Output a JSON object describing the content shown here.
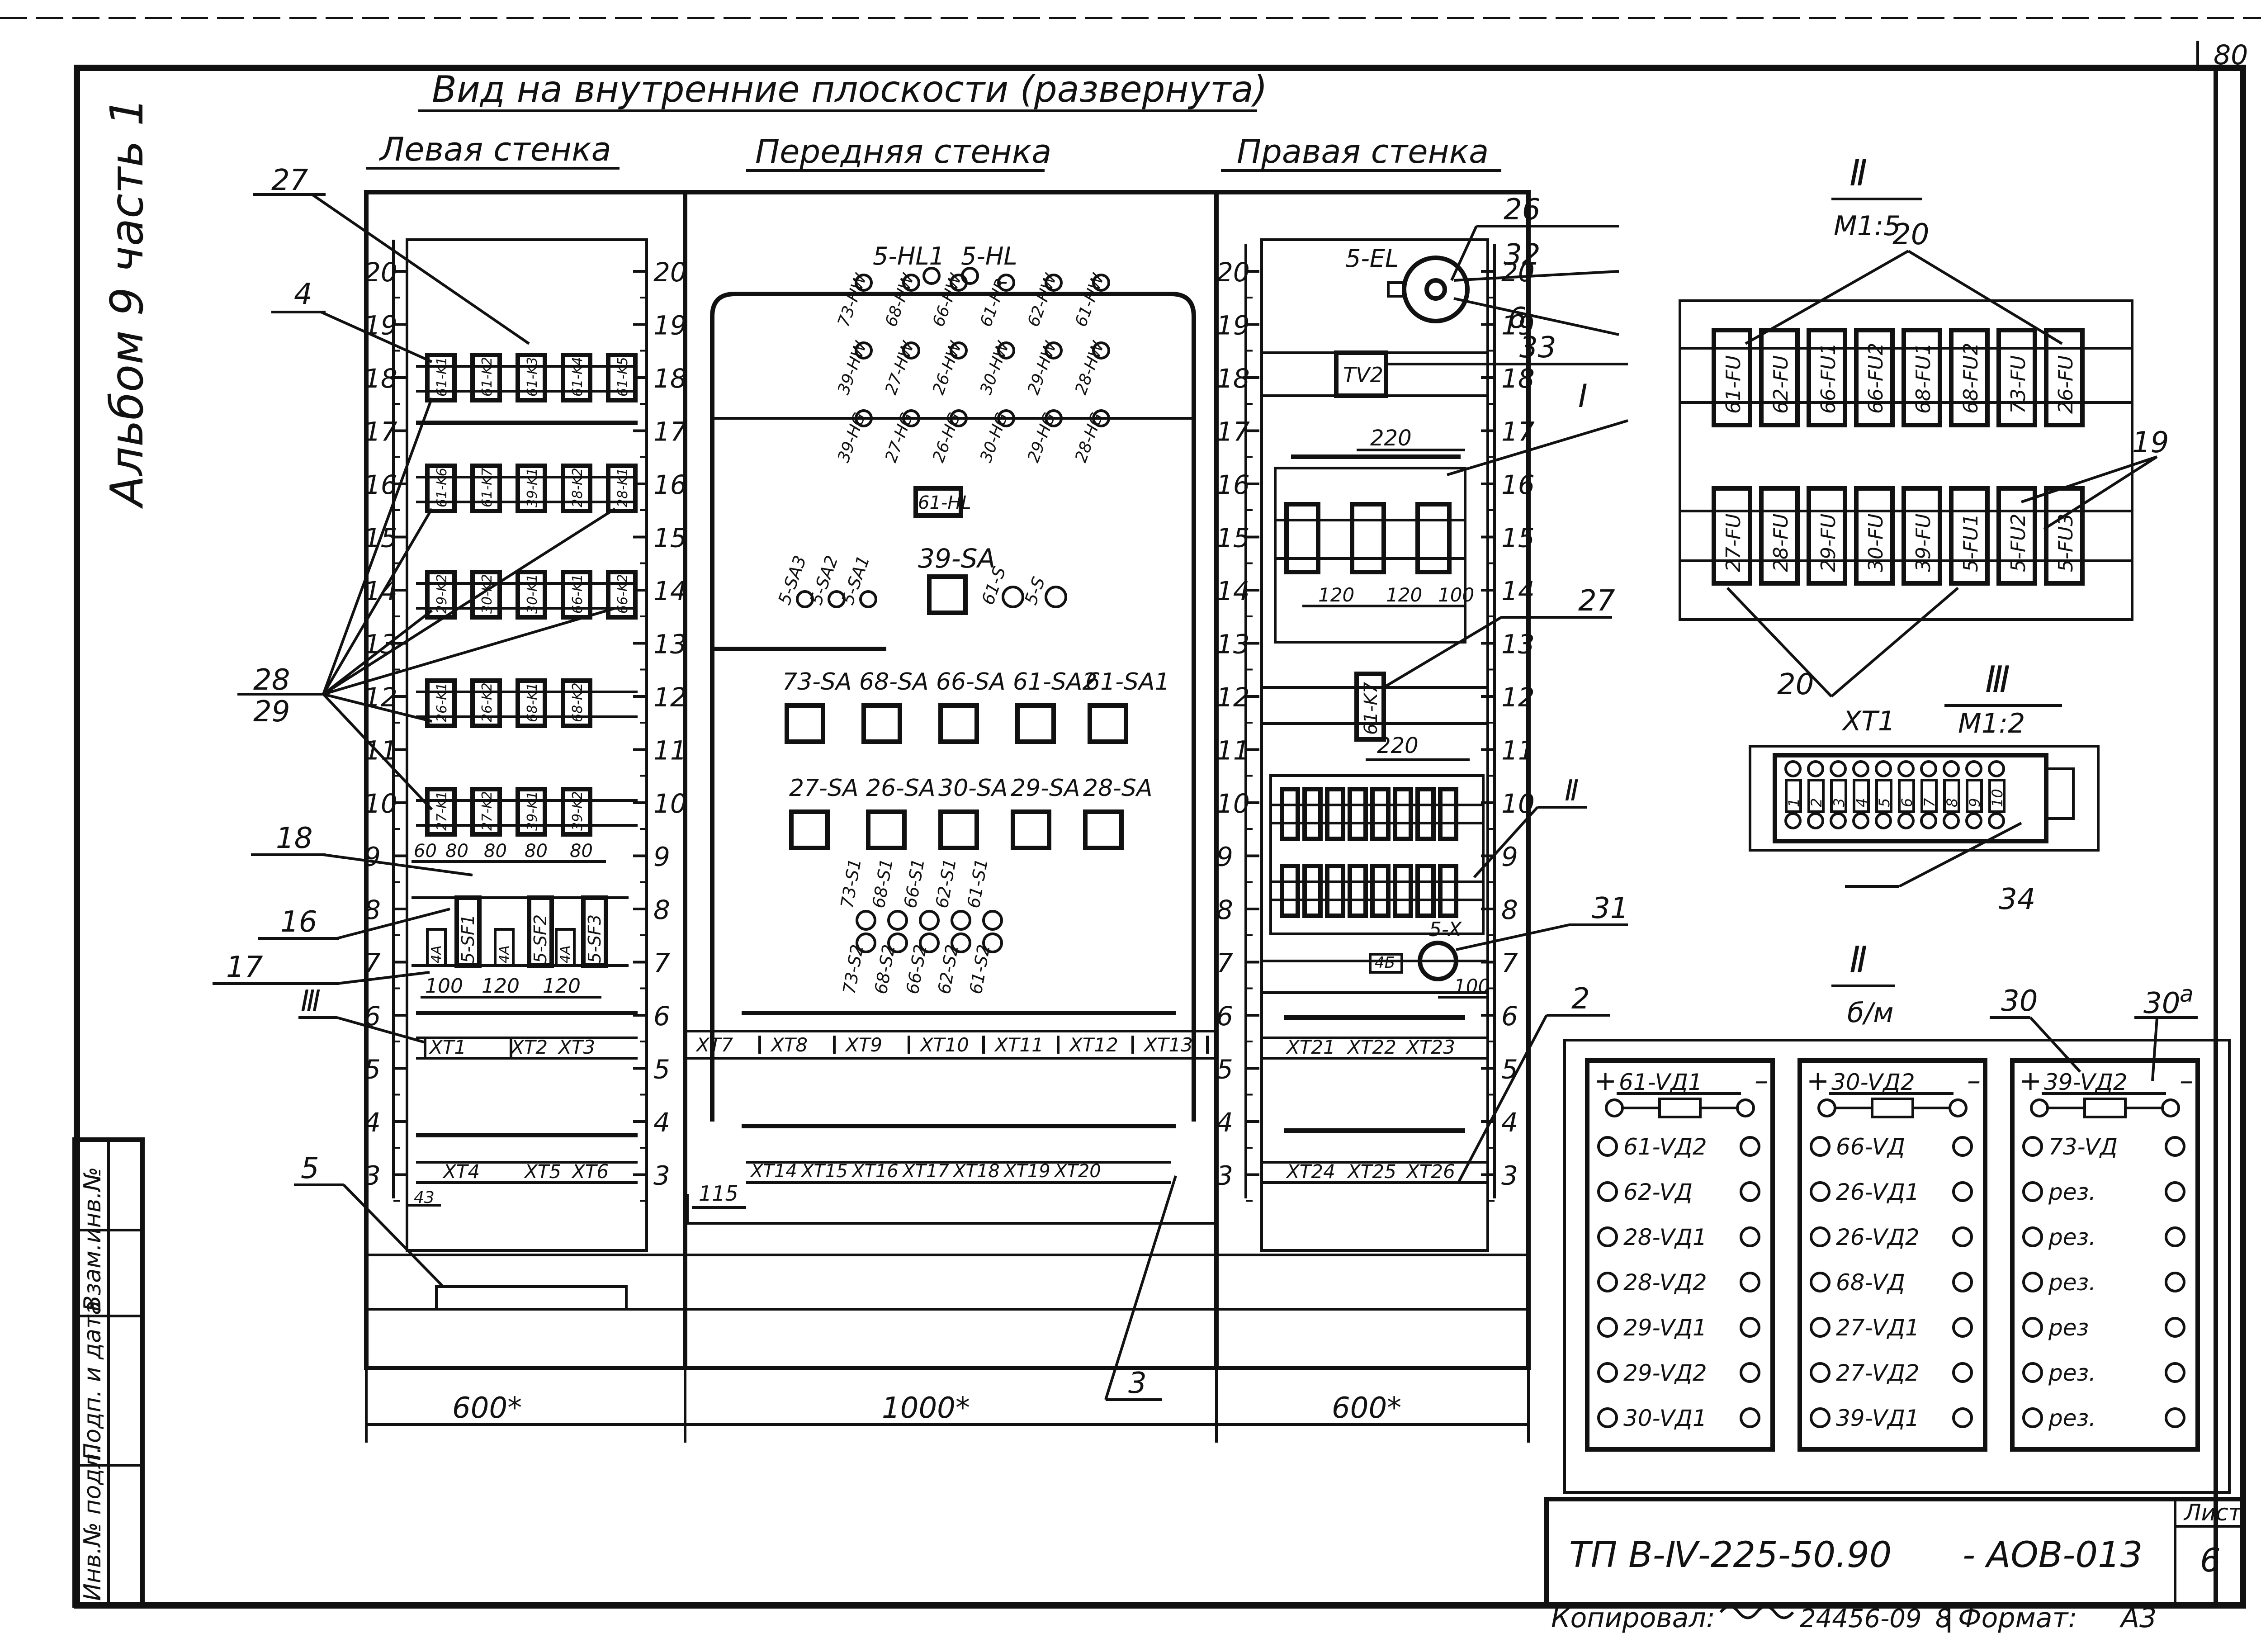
{
  "sheet": {
    "page_number": "80",
    "album": "Альбом 9 часть 1",
    "designation": "ТП В-Ⅳ-225-50.90",
    "code": "- АОВ-013",
    "sheet_label": "Лист",
    "sheet_number": "6",
    "copied_label": "Копировал:",
    "copy_number": "24456-09",
    "copy_mark": "8",
    "format_label": "Формат:",
    "format_value": "А3",
    "side_stamp": [
      "Инв.№ подл.",
      "Подп. и дата",
      "Взам.инв.№"
    ]
  },
  "main": {
    "title": "Вид на внутренние плоскости (развернута)",
    "left_wall": "Левая стенка",
    "front_wall": "Передняя стенка",
    "right_wall": "Правая стенка",
    "dim_left": "600*",
    "dim_center": "1000*",
    "dim_right": "600*",
    "scale_rows": [
      "20",
      "19",
      "18",
      "17",
      "16",
      "15",
      "14",
      "13",
      "12",
      "11",
      "10",
      "9",
      "8",
      "7",
      "6",
      "5",
      "4",
      "3"
    ],
    "leaders": {
      "l27": "27",
      "l4": "4",
      "l28": "28",
      "l29": "29",
      "l18": "18",
      "l16": "16",
      "l17": "17",
      "lIII": "Ⅲ",
      "l5": "5",
      "l3": "3",
      "l26": "26",
      "l32": "32",
      "l6": "6",
      "l33": "33",
      "lI": "I",
      "l27r": "27",
      "lII": "Ⅱ",
      "l31": "31",
      "l2": "2",
      "d115": "115"
    },
    "left": {
      "row18": [
        "61-K1",
        "61-K2",
        "61-K3",
        "61-K4",
        "61-K5"
      ],
      "row16": [
        "61-K6",
        "61-K7",
        "39-K1",
        "28-K2",
        "28-K1"
      ],
      "row14": [
        "29-K2",
        "30-K2",
        "30-K1",
        "66-K1",
        "66-K2"
      ],
      "row12": [
        "26-K1",
        "26-K2",
        "68-K1",
        "68-K2"
      ],
      "row10": [
        "27-K1",
        "27-K2",
        "39-K1",
        "39-K2"
      ],
      "dims_top": [
        "60",
        "80",
        "80",
        "80",
        "80"
      ],
      "breakers": [
        "5-SF1",
        "5-SF2",
        "5-SF3"
      ],
      "breaker_small": [
        "4A",
        "4A",
        "4A"
      ],
      "dims_bottom": [
        "100",
        "120",
        "120"
      ],
      "dim_small": "43",
      "xt_upper": [
        "XT1",
        "XT2",
        "XT3"
      ],
      "xt_lower": [
        "XT4",
        "XT5",
        "XT6"
      ]
    },
    "front": {
      "lamps_top": [
        "5-HL1",
        "5-HL"
      ],
      "lamp_col1": [
        "73-HW",
        "39-HW",
        "39-HG"
      ],
      "lamp_col2": [
        "68-HW",
        "27-HW",
        "27-HG"
      ],
      "lamp_col3": [
        "66-HW",
        "26-HW",
        "26-HG"
      ],
      "lamp_col4": [
        "61-HR",
        "30-HW",
        "30-HG"
      ],
      "lamp_col5": [
        "62-HW",
        "29-HW",
        "29-HG"
      ],
      "lamp_col6": [
        "61-HW",
        "28-HW",
        "28-HG"
      ],
      "plate": "61-HL",
      "sa_small": [
        "5-SA3",
        "5-SA2",
        "5-SA1"
      ],
      "sa_main": "39-SA",
      "sa_s": [
        "61-S",
        "5-S"
      ],
      "sa_row1": [
        "73-SA",
        "68-SA",
        "66-SA",
        "61-SA2",
        "61-SA1"
      ],
      "sa_row2": [
        "27-SA",
        "26-SA",
        "30-SA",
        "29-SA",
        "28-SA"
      ],
      "s1_labels": [
        "73-S1",
        "68-S1",
        "66-S1",
        "62-S1",
        "61-S1"
      ],
      "s2_labels": [
        "73-S2",
        "68-S2",
        "66-S2",
        "62-S2",
        "61-S2"
      ],
      "xt_upper": [
        "XT7",
        "XT8",
        "XT9",
        "XT10",
        "XT11",
        "XT12",
        "XT13"
      ],
      "xt_lower": [
        "XT14",
        "XT15",
        "XT16",
        "XT17",
        "XT18",
        "XT19",
        "XT20"
      ]
    },
    "right": {
      "lamp": "5-EL",
      "transformer": "TV2",
      "dim_220a": "220",
      "dims_fuse": [
        "120",
        "120",
        "100"
      ],
      "relay": "61-K7",
      "dim_220b": "220",
      "socket": "5-X",
      "socket_small": "4Б",
      "dim_100": "100",
      "xt_upper": [
        "XT21",
        "XT22",
        "XT23"
      ],
      "xt_lower": [
        "XT24",
        "XT25",
        "XT26"
      ]
    }
  },
  "detail_fuses": {
    "title": "Ⅱ",
    "scale": "М1:5",
    "callout_top": "20",
    "callout_right": "19",
    "callout_bottom": "20",
    "row1": [
      "61-FU",
      "62-FU",
      "66-FU1",
      "66-FU2",
      "68-FU1",
      "68-FU2",
      "73-FU",
      "26-FU"
    ],
    "row2": [
      "27-FU",
      "28-FU",
      "29-FU",
      "30-FU",
      "39-FU",
      "5-FU1",
      "5-FU2",
      "5-FU3"
    ]
  },
  "detail_terminal": {
    "title": "Ⅲ",
    "scale": "М1:2",
    "name": "XT1",
    "numbers": [
      "1",
      "2",
      "3",
      "4",
      "5",
      "6",
      "7",
      "8",
      "9",
      "10"
    ],
    "callout": "34"
  },
  "detail_diodes": {
    "title": "Ⅱ",
    "scale": "б/м",
    "callout_30": "30",
    "callout_30a": "30",
    "callout_30a_sup": "а",
    "panels": [
      {
        "header": "61-VД1",
        "rows": [
          "61-VД2",
          "62-VД",
          "28-VД1",
          "28-VД2",
          "29-VД1",
          "29-VД2",
          "30-VД1"
        ]
      },
      {
        "header": "30-VД2",
        "rows": [
          "66-VД",
          "26-VД1",
          "26-VД2",
          "68-VД",
          "27-VД1",
          "27-VД2",
          "39-VД1"
        ]
      },
      {
        "header": "39-VД2",
        "rows": [
          "73-VД",
          "рез.",
          "рез.",
          "рез.",
          "рез",
          "рез.",
          "рез."
        ]
      }
    ]
  }
}
